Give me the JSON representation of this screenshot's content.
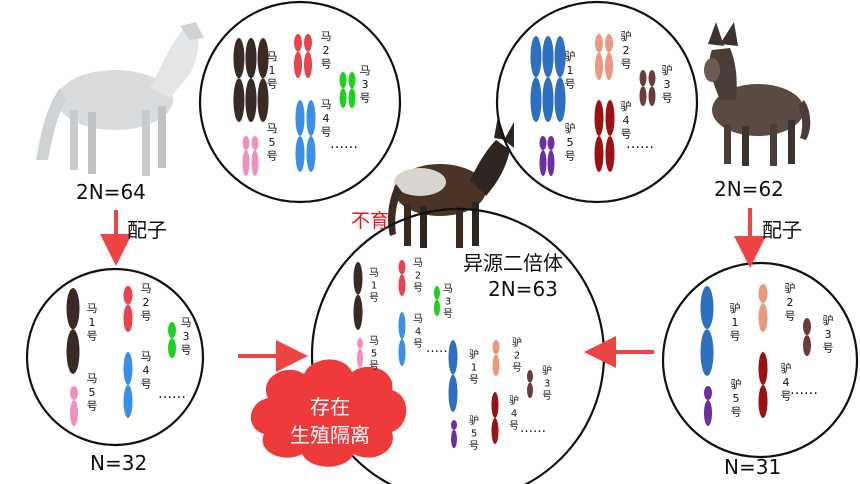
{
  "labels": {
    "horse_ploidy": "2N=64",
    "donkey_ploidy": "2N=62",
    "gamete_left": "配子",
    "gamete_right": "配子",
    "horse_gamete_n": "N=32",
    "donkey_gamete_n": "N=31",
    "sterile": "不育",
    "hybrid_title": "异源二倍体",
    "hybrid_ploidy": "2N=63",
    "cloud_line1": "存在",
    "cloud_line2": "生殖隔离"
  },
  "chromosome_labels": {
    "horse": [
      "马",
      "1",
      "号",
      "马",
      "2",
      "号",
      "马",
      "3",
      "号",
      "马",
      "4",
      "号",
      "马",
      "5",
      "号"
    ],
    "donkey": [
      "驴",
      "1",
      "号",
      "驴",
      "2",
      "号",
      "驴",
      "3",
      "号",
      "驴",
      "4",
      "号",
      "驴",
      "5",
      "号"
    ],
    "ellipsis": "……"
  },
  "colors": {
    "horse_chr1": "#3a2a26",
    "horse_chr2": "#e8434f",
    "horse_chr3": "#1fd11f",
    "horse_chr4": "#3a8fe6",
    "horse_chr5": "#f090c0",
    "donkey_chr1": "#2f6fbf",
    "donkey_chr2": "#e99a80",
    "donkey_chr3": "#6a3c3a",
    "donkey_chr4": "#9a1216",
    "donkey_chr5": "#6a2fa0",
    "arrow": "#ee4444",
    "cloud": "#ee3a3a",
    "sterile_text": "#ee1111"
  }
}
